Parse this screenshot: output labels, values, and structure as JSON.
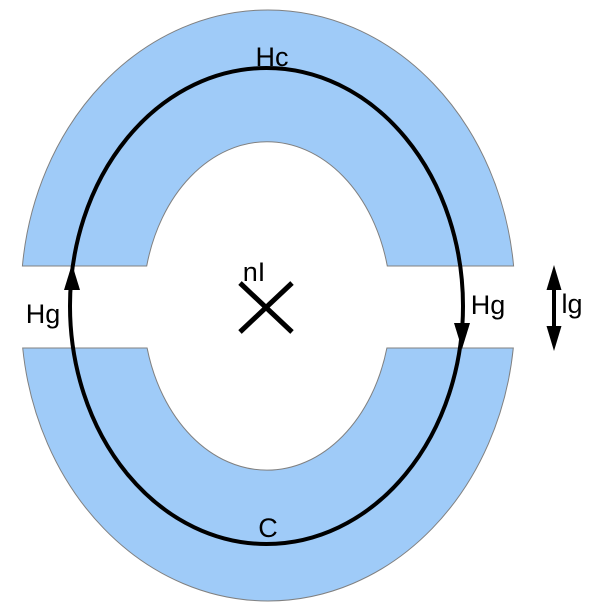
{
  "diagram": {
    "type": "magnetic-circuit-with-two-air-gaps",
    "labels": {
      "core_field": "Hc",
      "left_gap_field": "Hg",
      "right_gap_field": "Hg",
      "coil_mmf": "nI",
      "gap_length": "lg",
      "core_path": "C"
    },
    "colors": {
      "core_fill": "#9fcbf8",
      "core_outline": "#808080",
      "stroke": "#000000",
      "background": "#ffffff"
    }
  }
}
